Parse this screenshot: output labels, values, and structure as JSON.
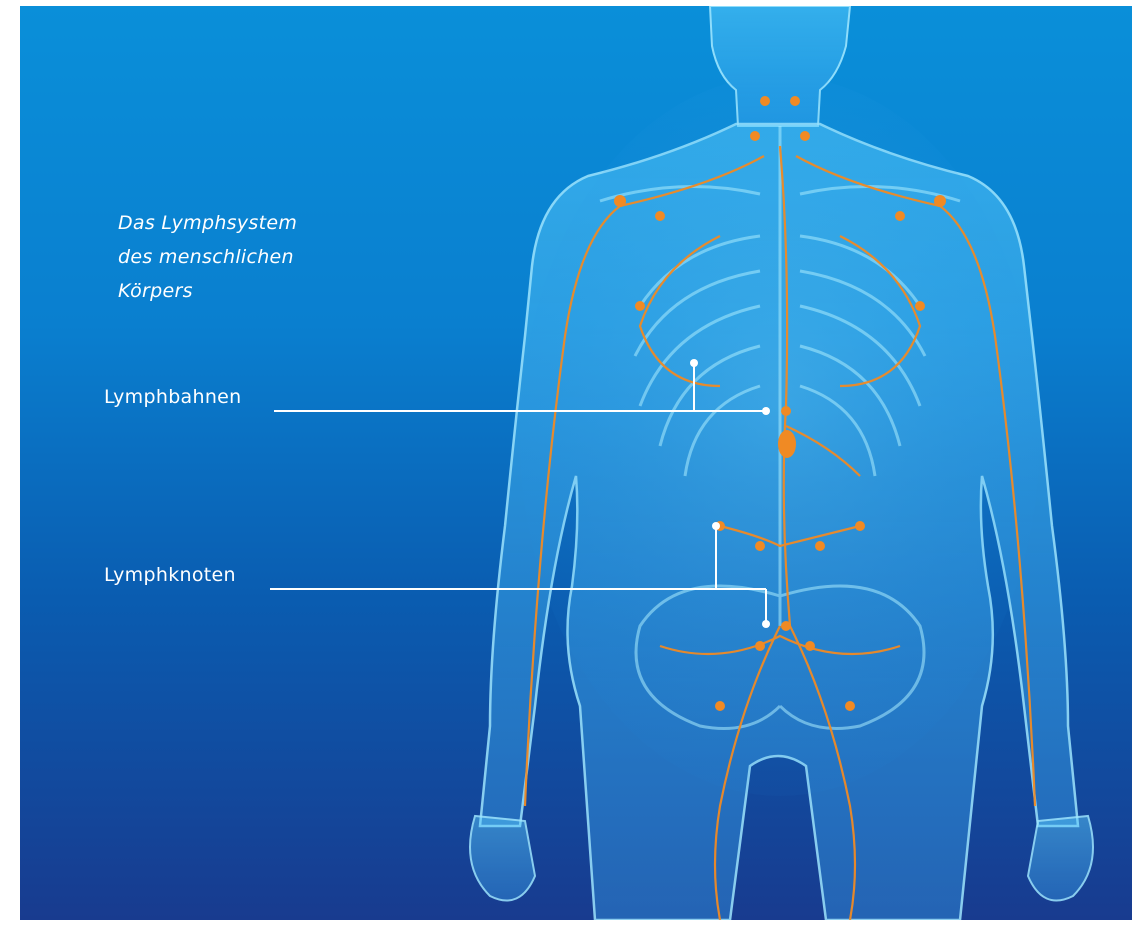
{
  "caption": "Das Lymphsystem\ndes menschlichen\nKörpers",
  "labels": {
    "lymphbahnen": "Lymphbahnen",
    "lymphknoten": "Lymphknoten"
  },
  "colors": {
    "background_top": "#0a8fd9",
    "background_bottom": "#183b8f",
    "body": "#5fd0ff",
    "lymph": "#f08a24",
    "leader": "#ffffff"
  }
}
